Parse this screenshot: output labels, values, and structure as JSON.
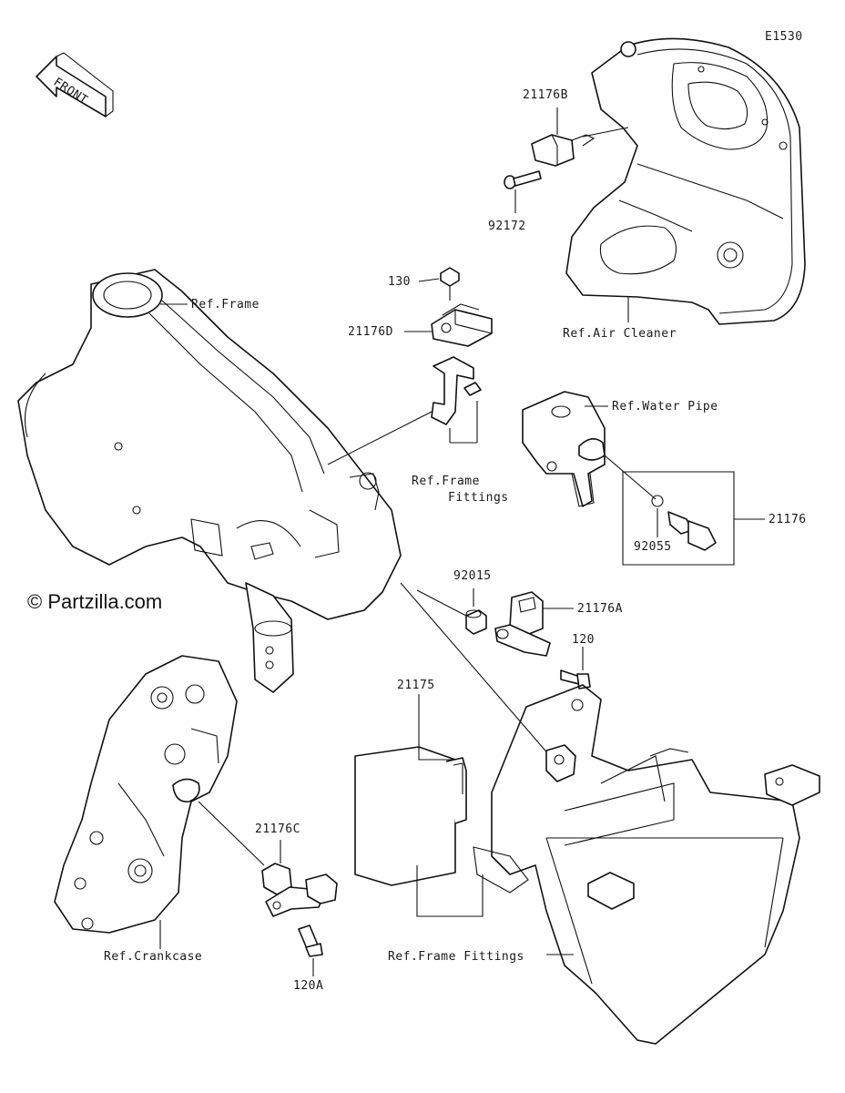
{
  "diagram_code": "E1530",
  "watermark": "© Partzilla.com",
  "front_arrow": {
    "text": "FRONT",
    "icon": "front-arrow-icon"
  },
  "labels": {
    "p21176B": "21176B",
    "p92172": "92172",
    "ref_air_cleaner": "Ref.Air Cleaner",
    "p130": "130",
    "p21176D": "21176D",
    "ref_frame": "Ref.Frame",
    "ref_frame_fittings_1": "Ref.Frame",
    "ref_frame_fittings_2": "Fittings",
    "ref_water_pipe": "Ref.Water Pipe",
    "p21176": "21176",
    "p92055": "92055",
    "p92015": "92015",
    "p21176A": "21176A",
    "p120": "120",
    "p21175": "21175",
    "p21176C": "21176C",
    "ref_crankcase": "Ref.Crankcase",
    "p120A": "120A",
    "ref_frame_fittings_bottom": "Ref.Frame Fittings"
  }
}
